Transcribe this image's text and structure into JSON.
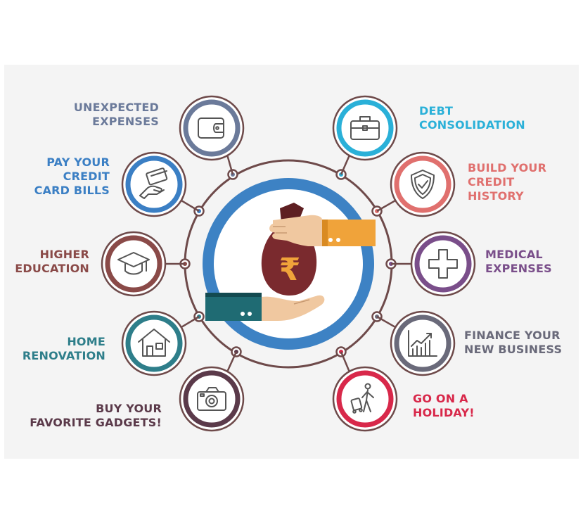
{
  "center": {
    "currency_symbol": "₹",
    "colors": {
      "ring": "#3d82c4",
      "bag": "#7a2a2e",
      "bag_dark": "#5e1f22",
      "symbol": "#f0a33a",
      "skin": "#f0c8a0",
      "sleeve_orange": "#f0a33a",
      "sleeve_teal": "#1f6b73"
    }
  },
  "items": [
    {
      "name": "unexpected-expenses",
      "icon": "wallet-icon",
      "lines": [
        "UNEXPECTED",
        "EXPENSES"
      ],
      "color": "#6b7a9a"
    },
    {
      "name": "pay-credit-card-bills",
      "icon": "card-payment-icon",
      "lines": [
        "PAY YOUR",
        "CREDIT",
        "CARD BILLS"
      ],
      "color": "#3b7fc4"
    },
    {
      "name": "higher-education",
      "icon": "graduation-cap-icon",
      "lines": [
        "HIGHER",
        "EDUCATION"
      ],
      "color": "#8a4a48"
    },
    {
      "name": "home-renovation",
      "icon": "house-icon",
      "lines": [
        "HOME",
        "RENOVATION"
      ],
      "color": "#2e7e8a"
    },
    {
      "name": "buy-gadgets",
      "icon": "camera-icon",
      "lines": [
        "BUY YOUR",
        "FAVORITE GADGETS!"
      ],
      "color": "#5b3a4a"
    },
    {
      "name": "debt-consolidation",
      "icon": "briefcase-icon",
      "lines": [
        "DEBT",
        "CONSOLIDATION"
      ],
      "color": "#2ab0d8"
    },
    {
      "name": "build-credit-history",
      "icon": "shield-check-icon",
      "lines": [
        "BUILD YOUR",
        "CREDIT",
        "HISTORY"
      ],
      "color": "#e0706e"
    },
    {
      "name": "medical-expenses",
      "icon": "medical-cross-icon",
      "lines": [
        "MEDICAL",
        "EXPENSES"
      ],
      "color": "#7a4e8a"
    },
    {
      "name": "finance-new-business",
      "icon": "growth-chart-icon",
      "lines": [
        "FINANCE YOUR",
        "NEW BUSINESS"
      ],
      "color": "#6a6a7a"
    },
    {
      "name": "go-on-holiday",
      "icon": "traveler-icon",
      "lines": [
        "GO ON A",
        "HOLIDAY!"
      ],
      "color": "#d8284a"
    }
  ]
}
